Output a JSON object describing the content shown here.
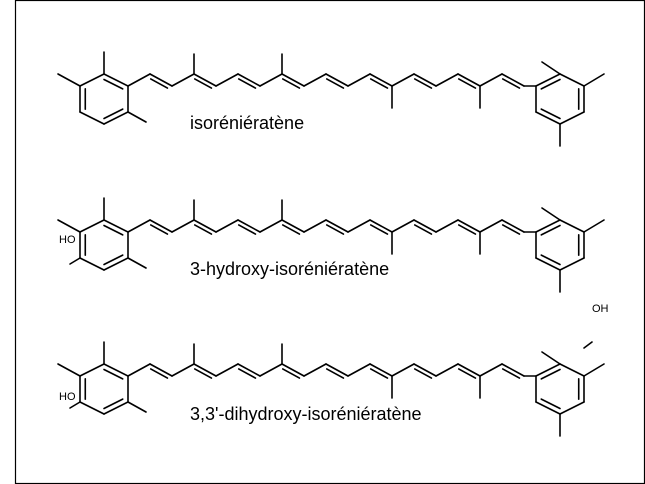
{
  "molecules": [
    {
      "name": "isoréniératène",
      "left_hydroxy": "",
      "right_hydroxy": ""
    },
    {
      "name": "3-hydroxy-isoréniératène",
      "left_hydroxy": "HO",
      "right_hydroxy": ""
    },
    {
      "name": "3,3'-dihydroxy-isoréniératène",
      "left_hydroxy": "HO",
      "right_hydroxy": "OH"
    }
  ],
  "colors": {
    "line": "#000000",
    "background": "#ffffff"
  }
}
